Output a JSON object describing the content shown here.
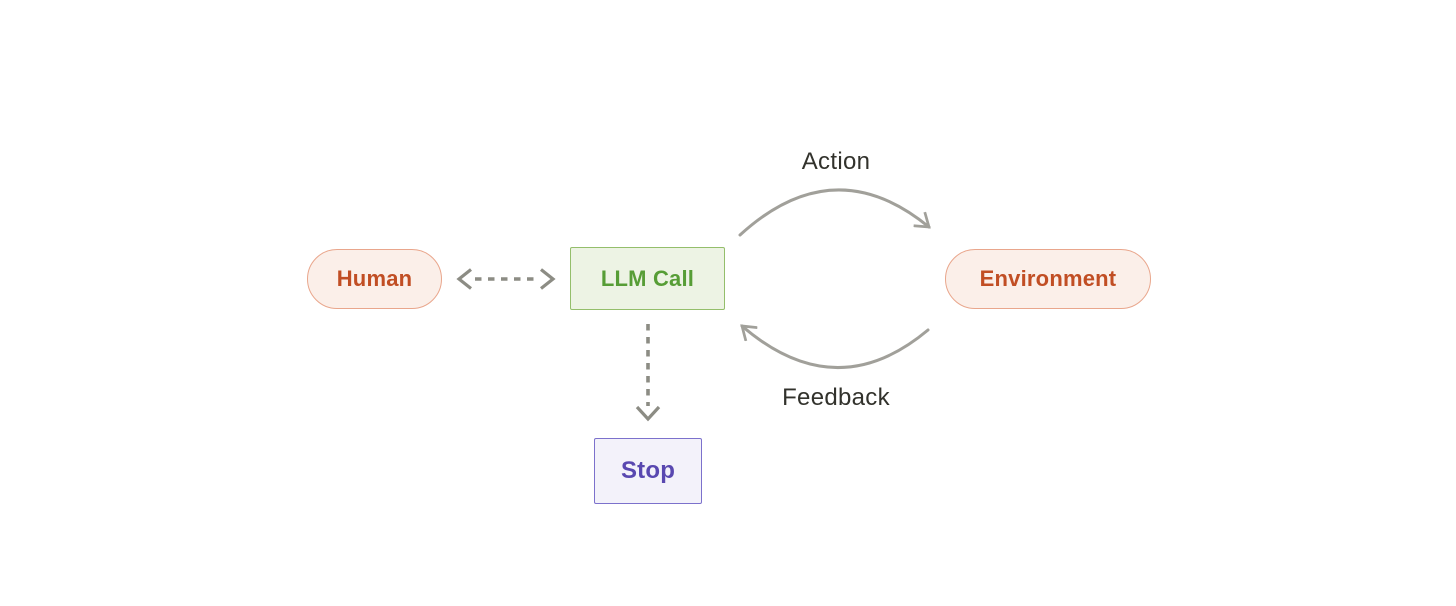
{
  "canvas": {
    "background": "#ffffff",
    "label_text_color": "#32322c"
  },
  "diagram": {
    "nodes": {
      "human": {
        "label": "Human",
        "shape": "pill",
        "fill": "#fbefe9",
        "border": "#e9a68c",
        "text_color": "#c14e24"
      },
      "llm_call": {
        "label": "LLM Call",
        "shape": "rect",
        "fill": "#edf3e4",
        "border": "#94be6b",
        "text_color": "#579d36"
      },
      "environment": {
        "label": "Environment",
        "shape": "pill",
        "fill": "#fbefe9",
        "border": "#e9a68c",
        "text_color": "#c14e24"
      },
      "stop": {
        "label": "Stop",
        "shape": "rect",
        "fill": "#f3f2fa",
        "border": "#7c71cc",
        "text_color": "#5948b0"
      }
    },
    "edges": {
      "human_llm": {
        "from": "Human",
        "to": "LLM Call",
        "label": "",
        "style": "dashed",
        "direction": "bidirectional",
        "color": "#8c8c84"
      },
      "action": {
        "from": "LLM Call",
        "to": "Environment",
        "label": "Action",
        "style": "solid-curve",
        "direction": "forward",
        "color": "#a1a09a"
      },
      "feedback": {
        "from": "Environment",
        "to": "LLM Call",
        "label": "Feedback",
        "style": "solid-curve",
        "direction": "forward",
        "color": "#a1a09a"
      },
      "llm_stop": {
        "from": "LLM Call",
        "to": "Stop",
        "label": "",
        "style": "dashed",
        "direction": "forward",
        "color": "#8c8c84"
      }
    }
  }
}
